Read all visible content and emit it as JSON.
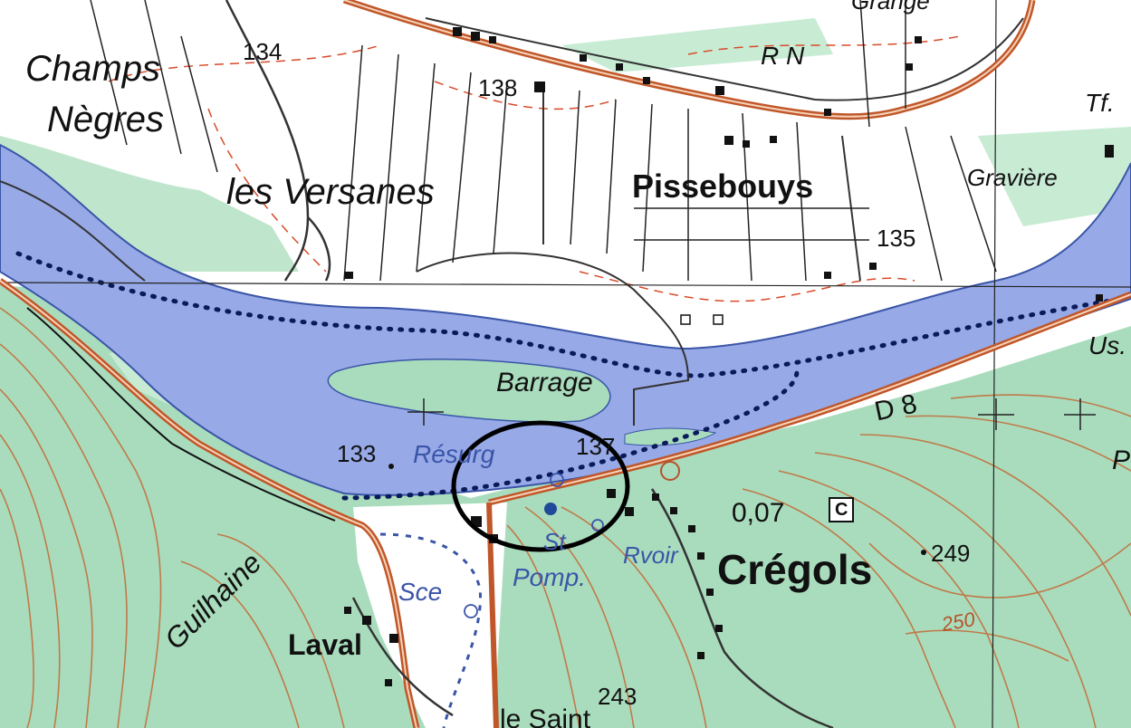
{
  "colors": {
    "forest": "#a9dcbd",
    "river": "#97a9e6",
    "river_edge": "#3a55a8",
    "road": "#c0572a",
    "contour": "#c46a35",
    "paper": "#ffffff",
    "ink": "#111111",
    "highlight_circle": "#000000"
  },
  "map": {
    "places": {
      "champs": "Champs",
      "negres": "Nègres",
      "versanes": "les Versanes",
      "pissebouys": "Pissebouys",
      "gravierre": "Gravière",
      "tf": "Tf.",
      "rn": "R N",
      "grange": "Grange",
      "barrage": "Barrage",
      "cregols": "Crégols",
      "laval": "Laval",
      "guilhaine": "Guilhaine",
      "us": "Us.",
      "d8": "D 8",
      "le_saint": "le Saint",
      "p_edge": "P"
    },
    "water_labels": {
      "resurg": "Résurg",
      "st_pomp": "St",
      "pomp": "Pomp.",
      "rvoir": "Rvoir",
      "sce": "Sce"
    },
    "elevations": {
      "e134": "134",
      "e138": "138",
      "e135": "135",
      "e133": "133",
      "e137": "137",
      "e249": "249",
      "e243": "243",
      "e250": "250",
      "e007": "0,07"
    },
    "camping_symbol": "C"
  }
}
